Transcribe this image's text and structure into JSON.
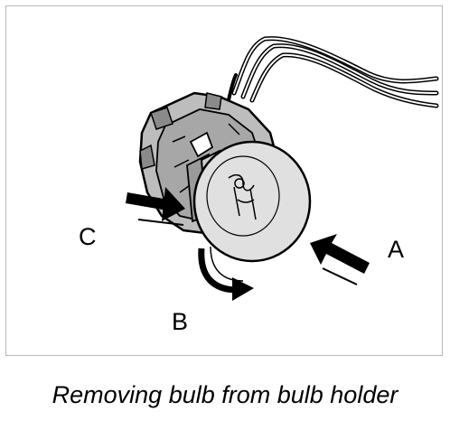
{
  "figure": {
    "labels": {
      "a": "A",
      "b": "B",
      "c": "C"
    },
    "caption": "Removing bulb from bulb holder"
  },
  "colors": {
    "ink": "#000000",
    "holder_fill": "#bdbdbd",
    "holder_dark": "#8a8a8a",
    "bulb_fill": "#e0e0e0",
    "frame": "#b9b9b9"
  }
}
